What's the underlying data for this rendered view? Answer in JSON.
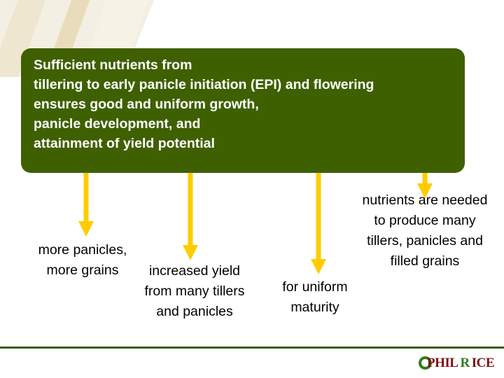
{
  "slide": {
    "headline": {
      "lines": [
        "Sufficient nutrients from",
        "tillering to early panicle initiation (EPI) and flowering",
        "ensures good and uniform growth,",
        "panicle development, and",
        "attainment of yield potential"
      ]
    },
    "captions": [
      {
        "id": "more-panicles",
        "text": "more panicles, more grains"
      },
      {
        "id": "increased-yield",
        "text": "increased yield from many tillers and panicles"
      },
      {
        "id": "uniform-maturity",
        "text": "for uniform maturity"
      },
      {
        "id": "nutrients-needed",
        "text": "nutrients are needed to produce many tillers, panicles and filled grains"
      }
    ],
    "logo": {
      "part1": "PHIL",
      "part2": "R",
      "part3": "ICE"
    },
    "colors": {
      "box_green": "#3f6000",
      "arrow_yellow": "#ffcc00",
      "band_olive": "#4a6b10",
      "text_white": "#ffffff",
      "text_black": "#000000"
    }
  }
}
